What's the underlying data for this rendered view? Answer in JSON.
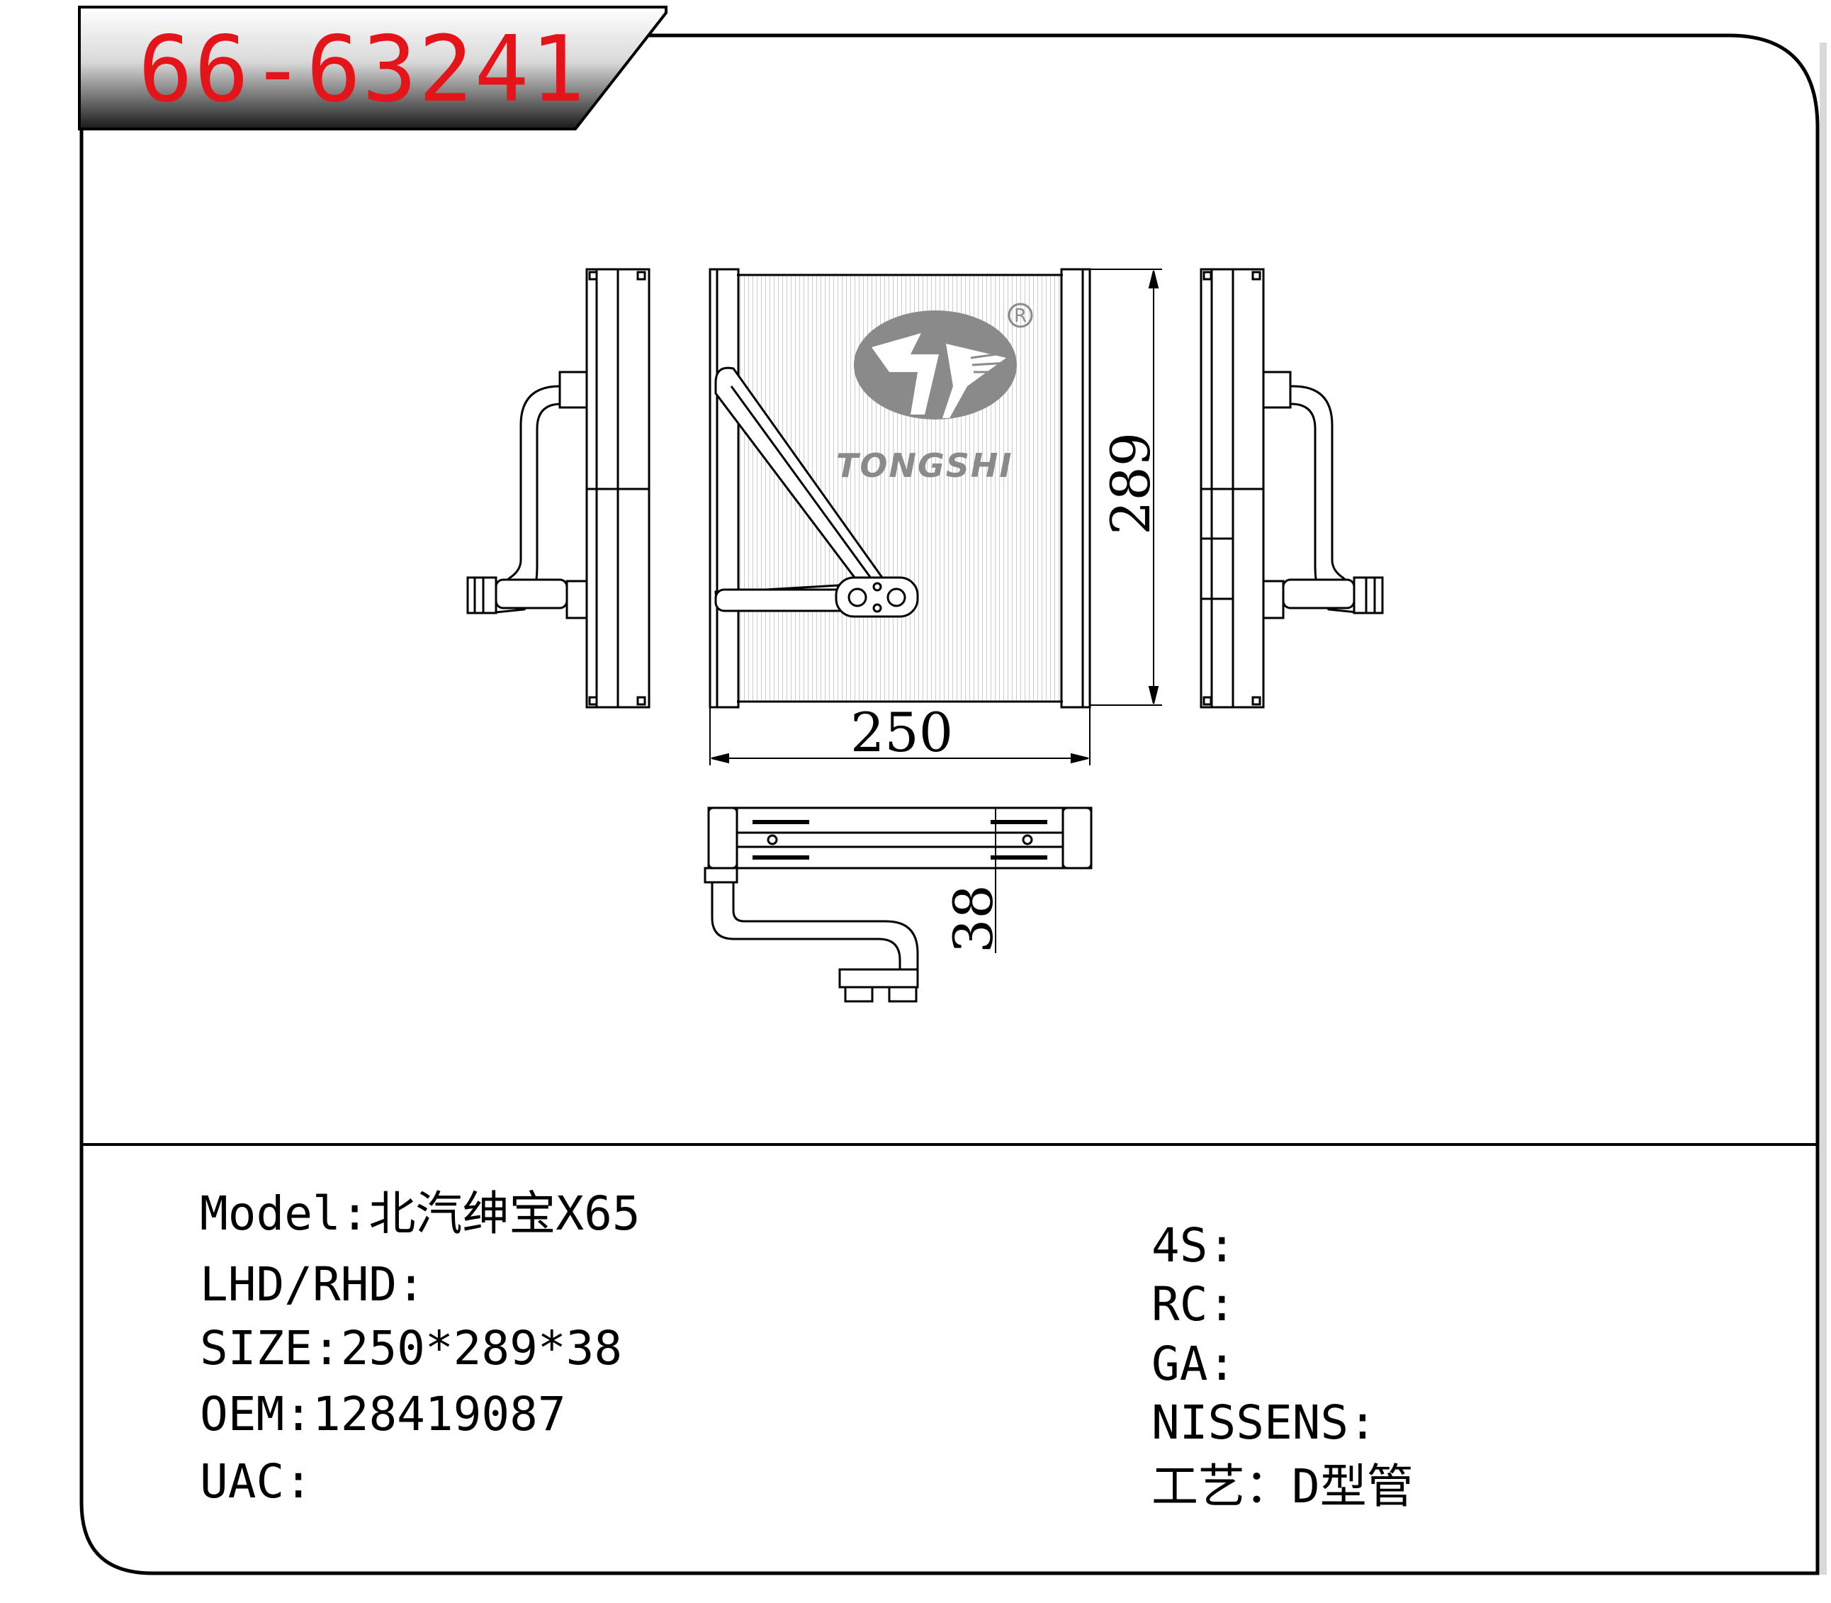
{
  "header": {
    "part_number": "66-63241"
  },
  "drawing": {
    "brand": "TONGSHI",
    "registered_mark": "R",
    "dim_width": "250",
    "dim_height": "289",
    "dim_depth": "38"
  },
  "specs_left": [
    {
      "label": "Model",
      "sep": ":",
      "value": "北汽绅宝X65"
    },
    {
      "label": "LHD/RHD",
      "sep": ":",
      "value": ""
    },
    {
      "label": "SIZE",
      "sep": ":",
      "value": "250*289*38"
    },
    {
      "label": "OEM",
      "sep": ":",
      "value": "128419087"
    },
    {
      "label": "UAC",
      "sep": ":",
      "value": ""
    }
  ],
  "specs_right": [
    {
      "label": "4S",
      "sep": ":",
      "value": ""
    },
    {
      "label": "RC",
      "sep": ":",
      "value": ""
    },
    {
      "label": "GA",
      "sep": ":",
      "value": ""
    },
    {
      "label": "NISSENS",
      "sep": ":",
      "value": ""
    },
    {
      "label": "工艺",
      "sep": "：",
      "value": "D型管"
    }
  ],
  "colors": {
    "part_number": "#e4141b",
    "logo_gray": "#8a8a8a",
    "border": "#000000"
  }
}
